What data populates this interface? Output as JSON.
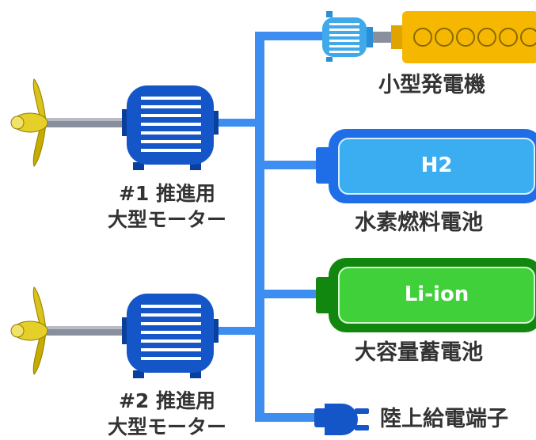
{
  "colors": {
    "bus": "#3d8ef0",
    "motor": "#1456c7",
    "motor_dark": "#0b3f9c",
    "small_motor": "#40a9ea",
    "shaft": "#8a8f9d",
    "propeller": "#d9c21a",
    "engine": "#f6b700",
    "fuel_cell_frame": "#1f6ee8",
    "fuel_cell_inner": "#3aaef0",
    "battery_frame": "#12870f",
    "battery_inner": "#3fd03a",
    "plug": "#1456c7",
    "label": "#333333"
  },
  "motor1": {
    "line1": "#1 推進用",
    "line2": "大型モーター"
  },
  "motor2": {
    "line1": "#2 推進用",
    "line2": "大型モーター"
  },
  "generator": {
    "label": "小型発電機"
  },
  "fuel_cell": {
    "text": "H2",
    "label": "水素燃料電池"
  },
  "battery": {
    "text": "Li-ion",
    "label": "大容量蓄電池"
  },
  "shore_power": {
    "label": "陸上給電端子"
  },
  "icons": [
    "propeller-icon",
    "motor-icon",
    "generator-engine-icon",
    "fuel-cell-icon",
    "battery-icon",
    "plug-icon"
  ]
}
